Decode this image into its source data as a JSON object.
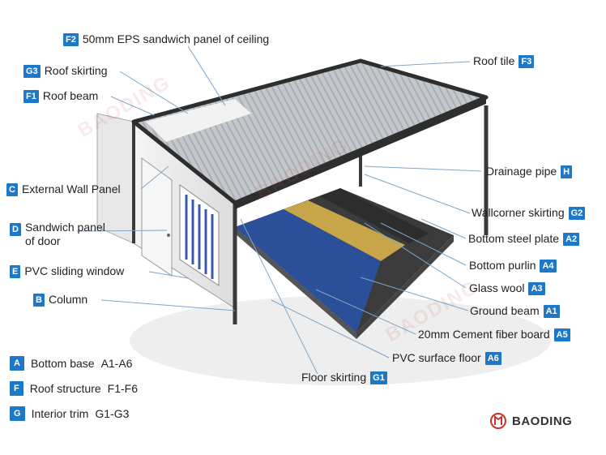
{
  "labels": {
    "f2": {
      "code": "F2",
      "text": "50mm EPS sandwich panel of ceiling"
    },
    "g3": {
      "code": "G3",
      "text": "Roof skirting"
    },
    "f1": {
      "code": "F1",
      "text": "Roof beam"
    },
    "c": {
      "code": "C",
      "text": "External Wall Panel"
    },
    "d": {
      "code": "D",
      "line1": "Sandwich panel",
      "line2": "of door"
    },
    "e": {
      "code": "E",
      "text": "PVC sliding window"
    },
    "b": {
      "code": "B",
      "text": "Column"
    },
    "f3": {
      "code": "F3",
      "text": "Roof tile"
    },
    "h": {
      "code": "H",
      "text": "Drainage pipe"
    },
    "g2": {
      "code": "G2",
      "text": "Wallcorner skirting"
    },
    "a2": {
      "code": "A2",
      "text": "Bottom steel plate"
    },
    "a4": {
      "code": "A4",
      "text": "Bottom purlin"
    },
    "a3": {
      "code": "A3",
      "text": "Glass wool"
    },
    "a1": {
      "code": "A1",
      "text": "Ground beam"
    },
    "a5": {
      "code": "A5",
      "text": "20mm Cement fiber board"
    },
    "a6": {
      "code": "A6",
      "text": "PVC surface floor"
    },
    "g1": {
      "code": "G1",
      "text": "Floor skirting"
    }
  },
  "legend": [
    {
      "code": "A",
      "text": "Bottom base",
      "range": "A1-A6"
    },
    {
      "code": "F",
      "text": "Roof structure",
      "range": "F1-F6"
    },
    {
      "code": "G",
      "text": "Interior trim",
      "range": "G1-G3"
    }
  ],
  "brand": {
    "name": "BAODING"
  },
  "watermark": {
    "text": "BAODING"
  },
  "colors": {
    "code_bg": "#1e78c8",
    "floor_blue": "#2c4f9a",
    "glass_wool": "#c9a54a",
    "frame": "#3a3a3a",
    "brand_red": "#c8322d"
  }
}
